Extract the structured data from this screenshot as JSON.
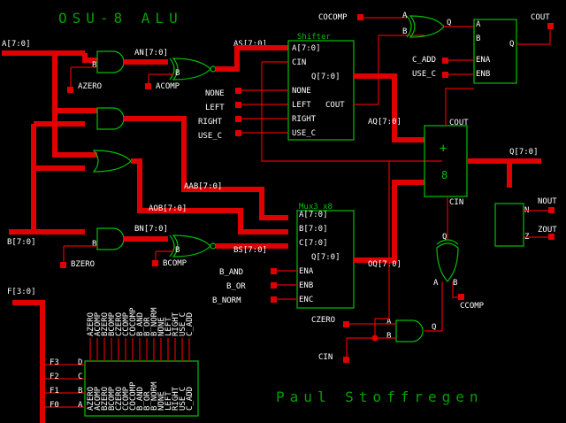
{
  "title": "OSU-8  ALU",
  "author": "Paul  Stoffregen",
  "labels": {
    "a_bus": "A[7:0]",
    "b_bus": "B[7:0]",
    "f_bus": "F[3:0]",
    "an": "AN[7:0]",
    "bn": "BN[7:0]",
    "as": "AS[7:0]",
    "bs": "BS[7:0]",
    "aab": "AAB[7:0]",
    "aob": "AOB[7:0]",
    "azero": "AZERO",
    "acomp": "ACOMP",
    "bzero": "BZERO",
    "bcomp": "BCOMP",
    "none": "NONE",
    "left": "LEFT",
    "right": "RIGHT",
    "use_c": "USE_C",
    "cocomp": "COCOMP",
    "cout": "COUT",
    "c_add": "C_ADD",
    "use_c2": "USE_C",
    "aq": "AQ[7:0]",
    "oq": "OQ[7:0]",
    "q": "Q[7:0]",
    "nout": "NOUT",
    "zout": "ZOUT",
    "ccomp": "CCOMP",
    "czero": "CZERO",
    "cin": "CIN",
    "b_and": "B_AND",
    "b_or": "B_OR",
    "b_norm": "B_NORM",
    "f3": "F3",
    "f2": "F2",
    "f1": "F1",
    "f0": "F0"
  },
  "shifter": {
    "name": "Shifter",
    "pins": [
      "A[7:0]",
      "CIN",
      "NONE",
      "LEFT",
      "RIGHT",
      "USE_C",
      "Q[7:0]",
      "COUT"
    ]
  },
  "mux": {
    "name": "Mux3 x8",
    "pins": [
      "A[7:0]",
      "B[7:0]",
      "C[7:0]",
      "Q[7:0]",
      "ENA",
      "ENB",
      "ENC"
    ]
  },
  "adder": {
    "pins": [
      "COUT",
      "CIN",
      "+",
      "8"
    ]
  },
  "ff": {
    "pins": [
      "A",
      "B",
      "Q",
      "ENA",
      "ENB"
    ]
  },
  "decoder": {
    "inputs": [
      "D",
      "C",
      "B",
      "A"
    ],
    "outputs": [
      "AZERO",
      "ACOMP",
      "BZERO",
      "BCOMP",
      "CZERO",
      "CCOMP",
      "COCOMP",
      "B_AND",
      "B_OR",
      "B_NORM",
      "NONE",
      "LEFT",
      "RIGHT",
      "USE_C",
      "C_ADD"
    ]
  },
  "gate_pins": {
    "a": "A",
    "b": "B",
    "q": "Q",
    "n": "N",
    "z": "Z"
  }
}
